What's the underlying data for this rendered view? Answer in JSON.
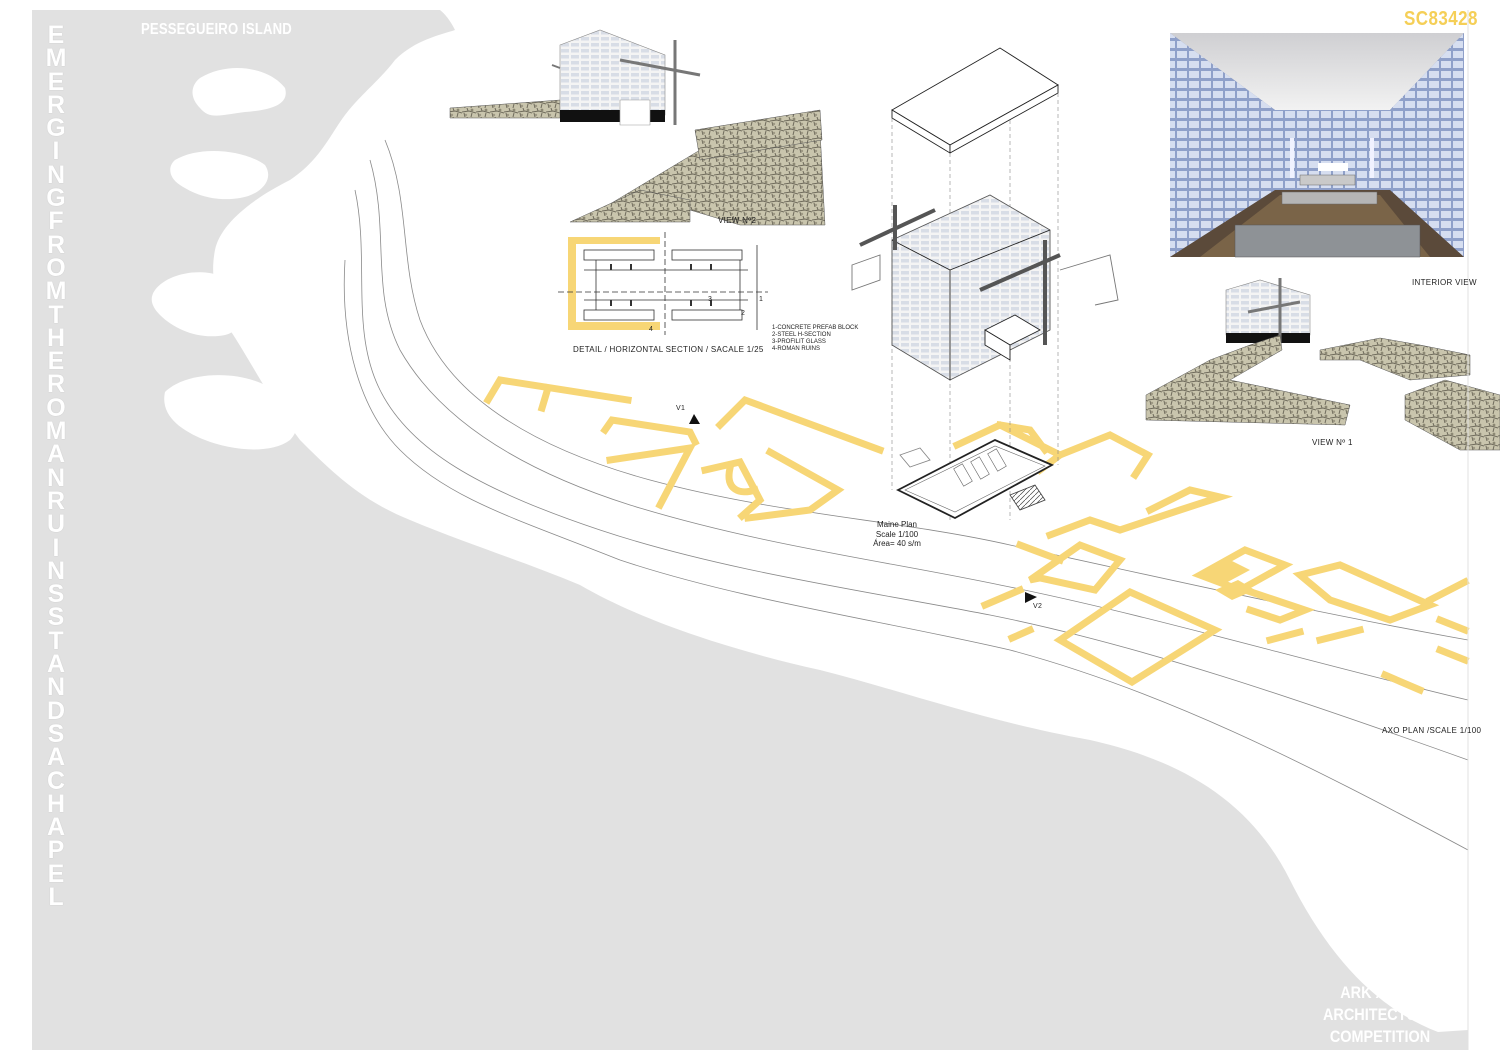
{
  "project_code": "SC83428",
  "site_title": "PESSEGUEIRO ISLAND",
  "vertical_title": "EMERGING FROM THE ROMAN RUINS STANDS A CHAPEL",
  "competition": [
    "ARK x SITE",
    "ARCHITECTURE",
    "COMPETITION"
  ],
  "labels": {
    "view2": "VIEW Nº2",
    "view1": "VIEW Nº 1",
    "interior": "INTERIOR VIEW",
    "detail": "DETAIL / HORIZONTAL SECTION / SACALE 1/25",
    "axo": "AXO PLAN /SCALE 1/100",
    "marker_v1": "V1",
    "marker_v2": "V2"
  },
  "section_numbers": [
    "1",
    "2",
    "3",
    "4"
  ],
  "legend": [
    "1-CONCRETE PREFAB BLOCK",
    "2-STEEL H-SECTION",
    "3-PROFILIT GLASS",
    "4-ROMAN RUINS"
  ],
  "main_plan": [
    "Maine Plan",
    "Scale 1/100",
    "Área= 40 s/m"
  ],
  "colors": {
    "sea": "#e1e1e1",
    "ruins_yellow": "#f7d676",
    "code_yellow": "#f5cf57",
    "contour_line": "#8a8a8a",
    "stone": "#b9b49c"
  }
}
